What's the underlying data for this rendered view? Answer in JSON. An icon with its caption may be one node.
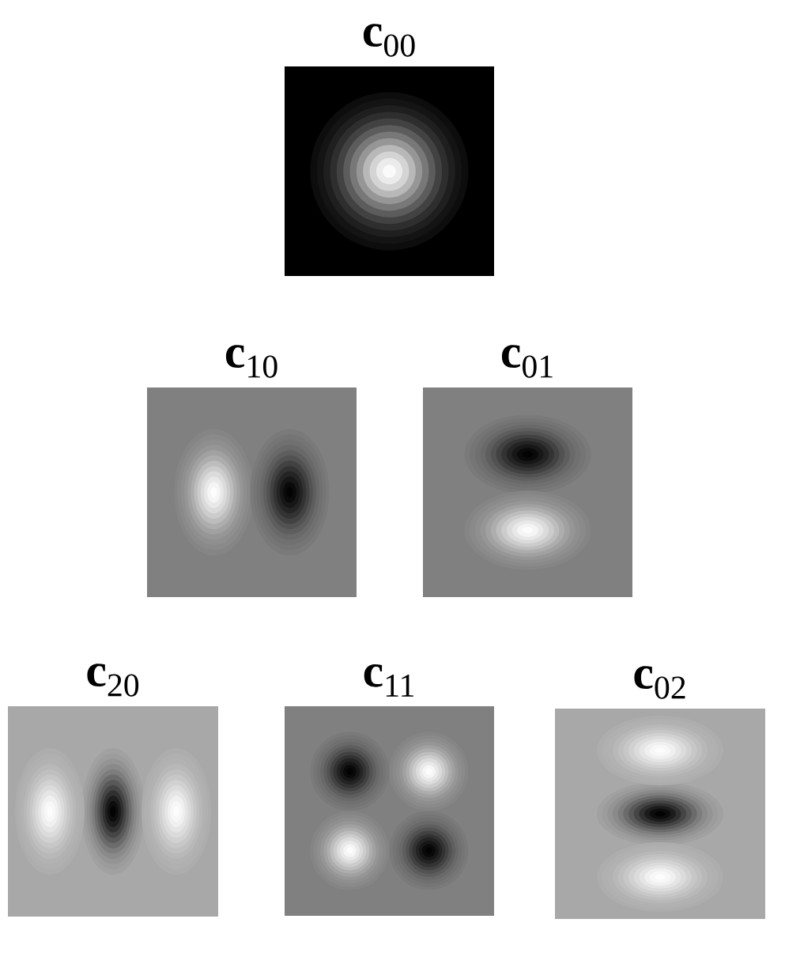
{
  "diagram": {
    "nodes": [
      {
        "text": [
          "**c**$_{00}$"
        ]
      },
      {
        "text": [
          "**c**$_{10}$"
        ]
      },
      {
        "text": [
          "**c**$_{01}$"
        ]
      },
      {
        "text": [
          "**c**$_{20}$"
        ]
      },
      {
        "text": [
          "**c**$_{11}$"
        ]
      },
      {
        "text": [
          "**c**$_{02}$"
        ]
      }
    ]
  }
}
